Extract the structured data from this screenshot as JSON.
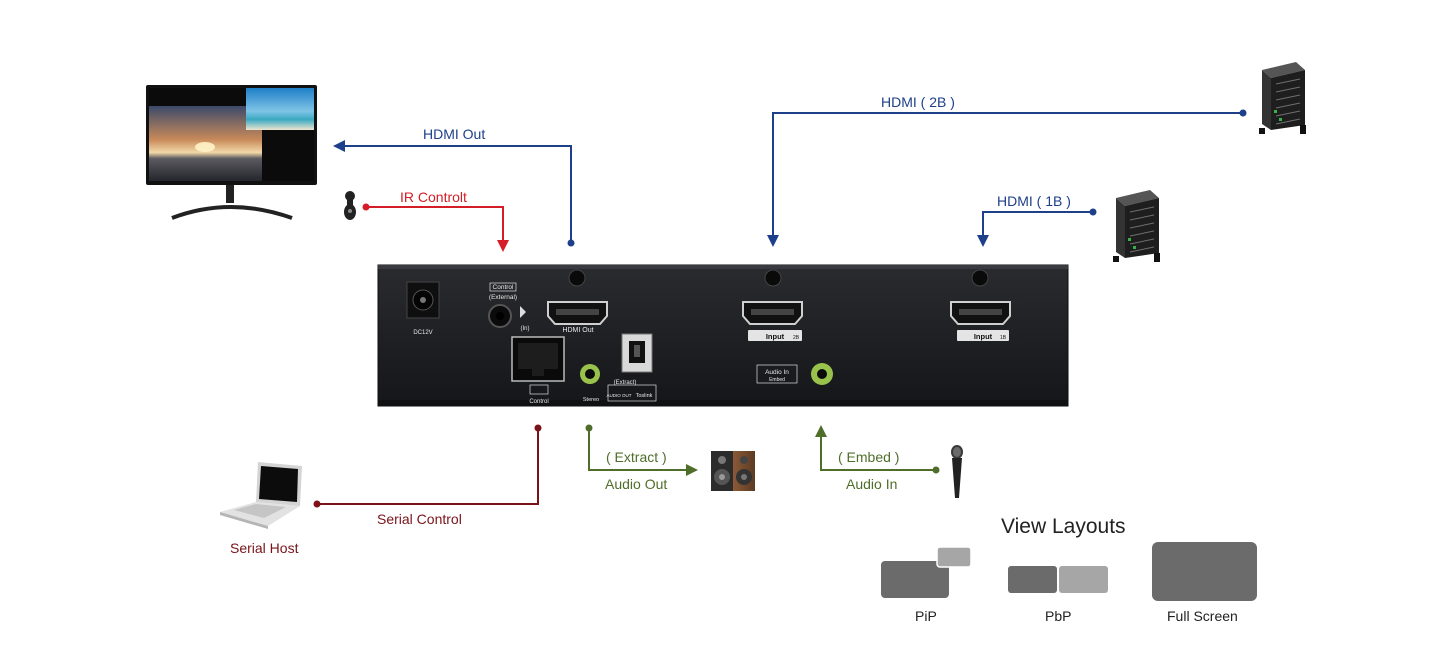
{
  "colors": {
    "hdmi": "#1e3f8a",
    "ir": "#d51d27",
    "serial": "#7a1319",
    "audio": "#4f6e2a",
    "device_body": "#1b1c1f",
    "layout_dark": "#6b6b6b",
    "layout_light": "#a6a6a6"
  },
  "connections": {
    "hdmi_out": "HDMI Out",
    "ir_control": "IR Controlt",
    "hdmi_2b": "HDMI ( 2B )",
    "hdmi_1b": "HDMI ( 1B )",
    "serial_control": "Serial Control",
    "serial_host": "Serial Host",
    "extract": "( Extract )",
    "audio_out": "Audio Out",
    "embed": "( Embed )",
    "audio_in": "Audio In"
  },
  "device_labels": {
    "dc": "DC12V",
    "control": "Control",
    "external": "(External)",
    "ir_in": "(In)",
    "hdmi_out": "HDMI Out",
    "input_2": "Input",
    "input_2_sub": "2B",
    "input_1": "Input",
    "input_1_sub": "1B",
    "rj_control": "Control",
    "stereo": "Stereo",
    "extract": "(Extract)",
    "audio_out_small": "AUDIO OUT",
    "toslink": "Toslink",
    "audio_in": "Audio In",
    "embed": "Embed"
  },
  "view_layouts": {
    "title": "View Layouts",
    "items": [
      "PiP",
      "PbP",
      "Full Screen"
    ]
  },
  "icons": [
    "monitor-icon",
    "ir-receiver-icon",
    "tower-pc-icon",
    "laptop-icon",
    "speaker-icon",
    "microphone-icon"
  ]
}
